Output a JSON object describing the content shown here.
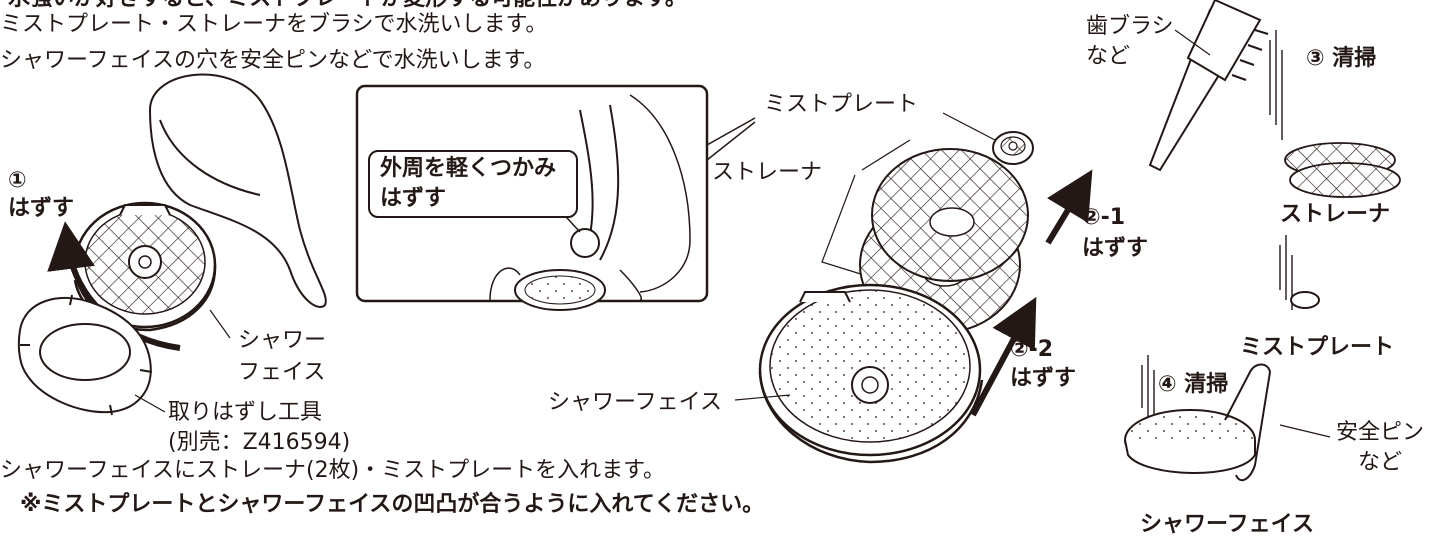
{
  "steps": {
    "line0_partial": "水強いが好きすると、ミストプレートが変形する可能性があります。",
    "line1": "ミストプレート・ストレーナをブラシで水洗いします。",
    "line2": "シャワーフェイスの穴を安全ピンなどで水洗いします。",
    "line3": "シャワーフェイスにストレーナ(2枚)・ミストプレートを入れます。",
    "line4": "※ミストプレートとシャワーフェイスの凹凸が合うように入れてください。"
  },
  "left_figure": {
    "step1_num": "①",
    "step1_label": "はずす",
    "shower_face_line1": "シャワー",
    "shower_face_line2": "フェイス",
    "tool_line1": "取りはずし工具",
    "tool_line2": "(別売：Z416594)"
  },
  "inset": {
    "callout_line1": "外周を軽くつかみ",
    "callout_line2": "はずす"
  },
  "center_figure": {
    "mist_plate": "ミストプレート",
    "strainer": "ストレーナ",
    "shower_face": "シャワーフェイス",
    "step2_1_num": "②-1",
    "step2_1_label": "はずす",
    "step2_2_num": "②-2",
    "step2_2_label": "はずす"
  },
  "right_figure": {
    "brush_line1": "歯ブラシ",
    "brush_line2": "など",
    "step3": "③ 清掃",
    "strainer_caption": "ストレーナ",
    "mist_plate_caption": "ミストプレート",
    "step4": "④ 清掃",
    "pin_line1": "安全ピン",
    "pin_line2": "など",
    "shower_face_caption": "シャワーフェイス"
  }
}
